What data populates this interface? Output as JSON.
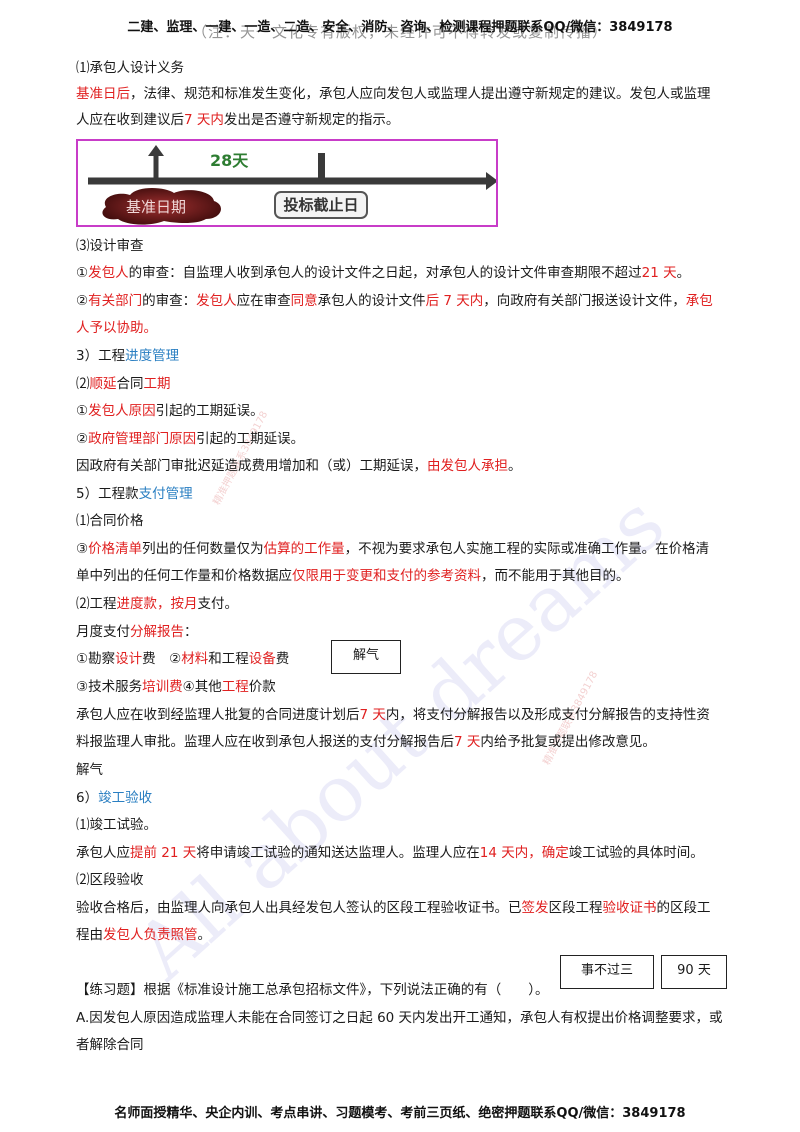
{
  "header": {
    "text": "二建、监理、一建、一造、二造、安全、消防、咨询、检测课程押题联系QQ/微信：3849178",
    "ghost": "（注：天一文化专有版权，未经许可不得转发或复制传播）"
  },
  "s1": {
    "title": "⑴承包人设计义务"
  },
  "p1": {
    "a": "基准日后",
    "b": "，法律、规范和标准发生变化，承包人应向发包人或监理人提出遵守新规定的建议。发包人或监理",
    "c": "人应在收到建议后",
    "d": "7 天内",
    "e": "发出是否遵守新规定的指示。"
  },
  "diagram": {
    "days": "28天",
    "base_date": "基准日期",
    "bid_deadline": "投标截止日"
  },
  "s3": {
    "title": "⑶设计审查"
  },
  "r1": {
    "a": "①",
    "b": "发包人",
    "c": "的审查：自监理人收到承包人的设计文件之日起，对承包人的设计文件审查期限不超过",
    "d": "21 天",
    "e": "。"
  },
  "r2": {
    "a": "②",
    "b": "有关部门",
    "c": "的审查：",
    "d": "发包人",
    "e": "应在审查",
    "f": "同意",
    "g": "承包人的设计文件",
    "h": "后 7 天内",
    "i": "，向政府有关部门报送设计文件，",
    "j": "承包",
    "k": "人予以协助。"
  },
  "sec3": {
    "a": "3）工程",
    "b": "进度管理"
  },
  "d2": {
    "a": "⑵",
    "b": "顺延",
    "c": "合同",
    "d": "工期"
  },
  "dl1": {
    "a": "①",
    "b": "发包人原因",
    "c": "引起的工期延误。"
  },
  "dl2": {
    "a": "②",
    "b": "政府管理部门原因",
    "c": "引起的工期延误。"
  },
  "dl3": {
    "a": "因政府有关部门审批迟延造成费用增加和（或）工期延误，",
    "b": "由发包人承担",
    "c": "。"
  },
  "sec5": {
    "a": "5）工程款",
    "b": "支付管理"
  },
  "pr1": {
    "title": "⑴合同价格"
  },
  "pr2": {
    "a": "③",
    "b": "价格清单",
    "c": "列出的任何数量仅为",
    "d": "估算的工作量",
    "e": "，不视为要求承包人实施工程的实际或准确工作量。在价格清",
    "f": "单中列出的任何工作量和价格数据应",
    "g": "仅限用于变更和支付的参考资料",
    "h": "，而不能用于其他目的。"
  },
  "pay": {
    "a": "⑵工程",
    "b": "进度款，按月",
    "c": "支付。"
  },
  "monthly": {
    "a": "月度支付",
    "b": "分解报告",
    "c": "："
  },
  "m1": {
    "a": "①勘察",
    "b": "设计",
    "c": "费　②",
    "d": "材料",
    "e": "和工程",
    "f": "设备",
    "g": "费"
  },
  "m2": {
    "a": "③技术服务",
    "b": "培训费",
    "c": "④其他",
    "d": "工程",
    "e": "价款"
  },
  "box1": "解气",
  "mp": {
    "a": "承包人应在收到经监理人批复的合同进度计划后",
    "b": "7 天",
    "c": "内，将支付分解报告以及形成支付分解报告的支持性资",
    "d": "料报监理人审批。监理人应在收到承包人报送的支付分解报告后",
    "e": "7 天",
    "f": "内给予批复或提出修改意见。"
  },
  "jieqi": "解气",
  "sec6": {
    "a": "6）",
    "b": "竣工验收"
  },
  "ct": {
    "title": "⑴竣工试验。"
  },
  "ctp": {
    "a": "承包人应",
    "b": "提前 21 天",
    "c": "将申请竣工试验的通知送达监理人。监理人应在",
    "d": "14 天内，确定",
    "e": "竣工试验的具体时间。"
  },
  "sa": {
    "title": "⑵区段验收"
  },
  "sap": {
    "a": "验收合格后，由监理人向承包人出具经发包人签认的区段工程验收证书。已",
    "b": "签发",
    "c": "区段工程",
    "d": "验收证书",
    "e": "的区段工",
    "f": "程由",
    "g": "发包人负责照管",
    "h": "。"
  },
  "box2": "事不过三",
  "box3": "90 天",
  "ex": {
    "a": "【练习题】根据《标准设计施工总承包招标文件》，下列说法正确的有（　　）。"
  },
  "exa": {
    "a": "A.因发包人原因造成监理人未能在合同签订之日起 60 天内发出开工通知，承包人有权提出价格调整要求，或",
    "b": "者解除合同"
  },
  "footer": "名师面授精华、央企内训、考点串讲、习题模考、考前三页纸、绝密押题联系QQ/微信：3849178",
  "watermark": {
    "big": "All about dreams",
    "small": "精准押题联系3849178"
  },
  "colors": {
    "red": "#e02020",
    "blue": "#2a7fc2",
    "frame": "#c83cc8",
    "green": "#2e7d32"
  }
}
